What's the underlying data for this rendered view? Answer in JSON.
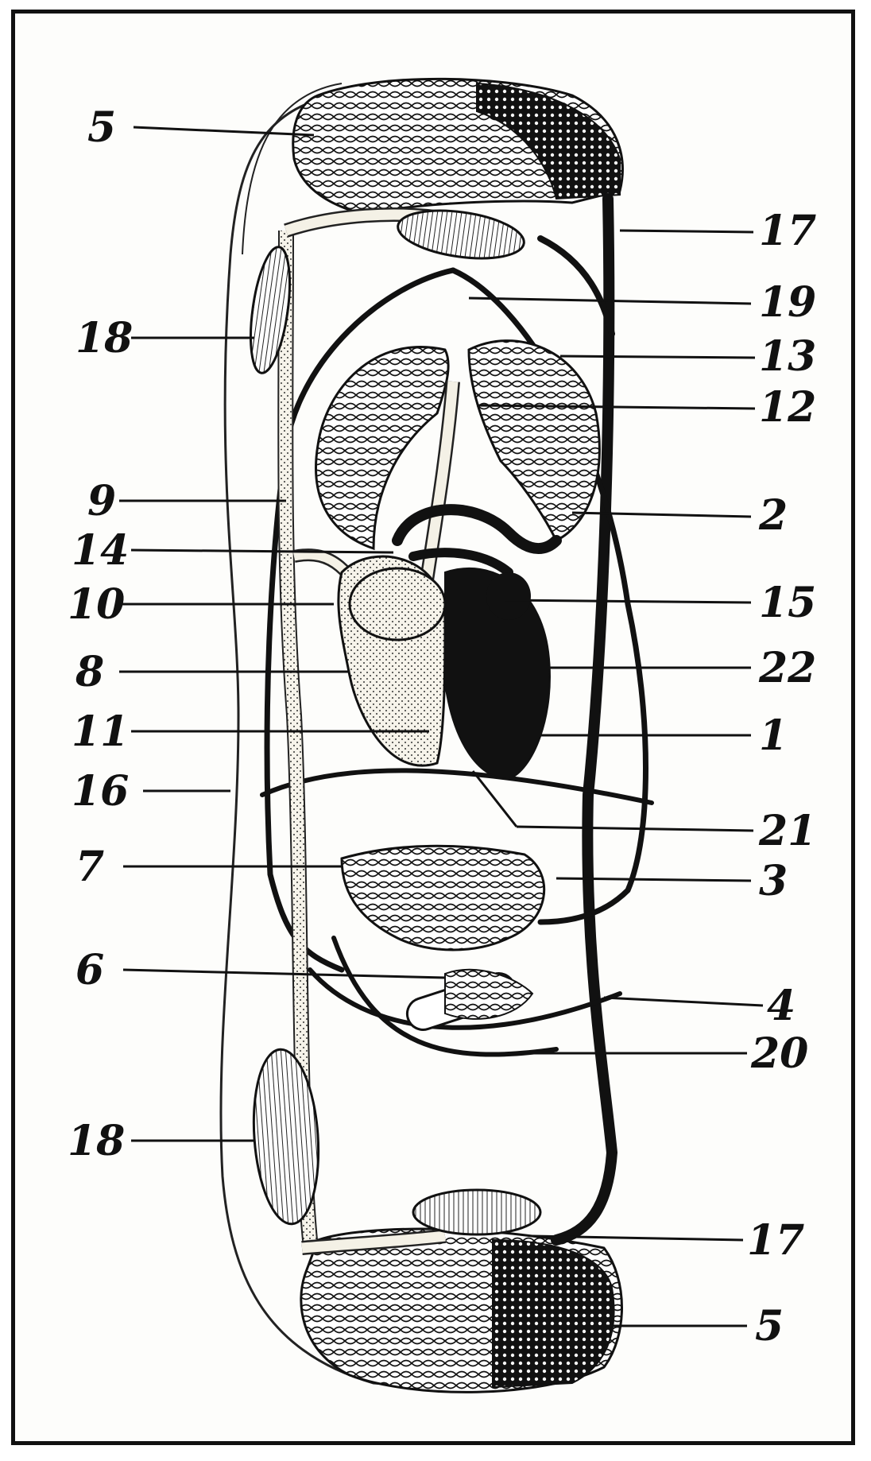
{
  "diagram": {
    "labels": {
      "l5_top": "5",
      "l17_top": "17",
      "l19": "19",
      "l18_top": "18",
      "l13": "13",
      "l12": "12",
      "l9": "9",
      "l2": "2",
      "l14": "14",
      "l10": "10",
      "l15": "15",
      "l8": "8",
      "l22": "22",
      "l11": "11",
      "l1": "1",
      "l16": "16",
      "l21": "21",
      "l7": "7",
      "l3": "3",
      "l6": "6",
      "l4": "4",
      "l20": "20",
      "l18_bottom": "18",
      "l17_bottom": "17",
      "l5_bottom": "5"
    }
  }
}
